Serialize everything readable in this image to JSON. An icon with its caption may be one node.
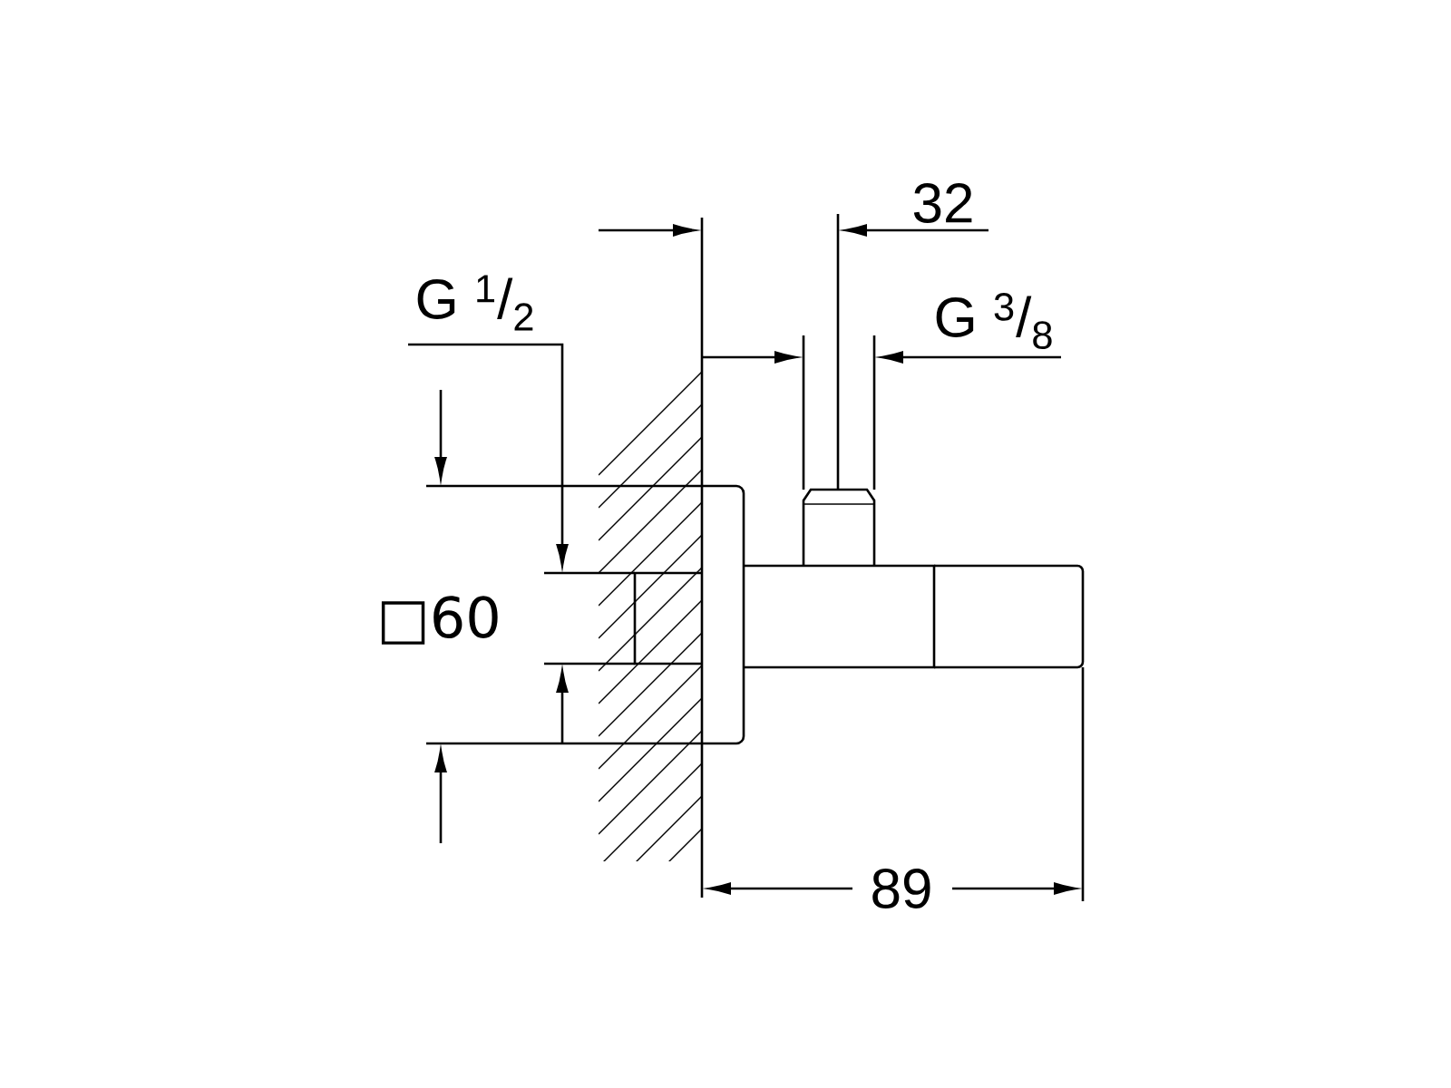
{
  "diagram": {
    "labels": [
      "32",
      "G $^{1}$/$_{2}$",
      "G $^{3}$/$_{8}$",
      "□60",
      "89"
    ]
  }
}
